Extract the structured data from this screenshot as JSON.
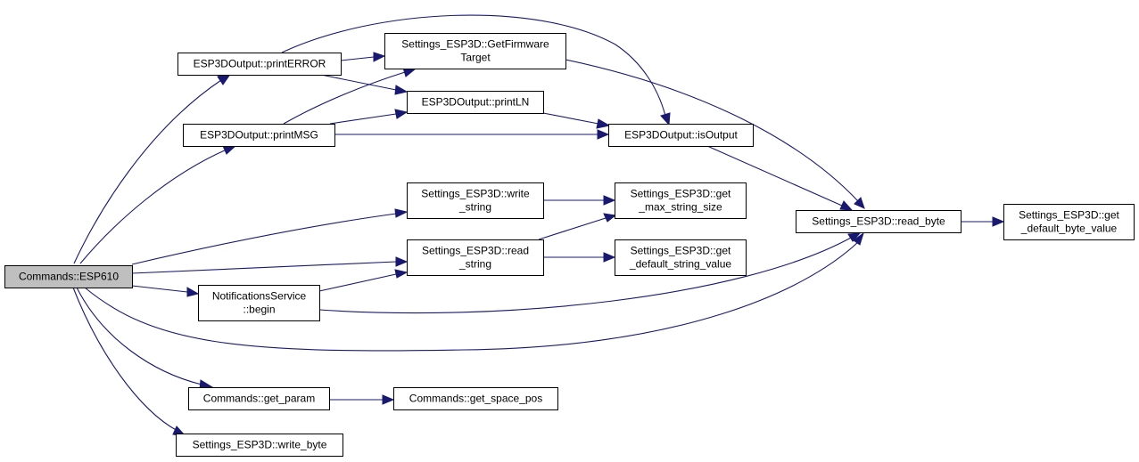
{
  "graph": {
    "colors": {
      "edge": "#191970",
      "root_fill": "#bfbfbf",
      "node_fill": "#ffffff",
      "node_stroke": "#000000"
    },
    "nodes": {
      "esp610": {
        "lines": [
          "Commands::ESP610"
        ],
        "root": true
      },
      "printError": {
        "lines": [
          "ESP3DOutput::printERROR"
        ]
      },
      "printMsg": {
        "lines": [
          "ESP3DOutput::printMSG"
        ]
      },
      "getFirmwareTarget": {
        "lines": [
          "Settings_ESP3D::GetFirmware",
          "Target"
        ]
      },
      "printLn": {
        "lines": [
          "ESP3DOutput::printLN"
        ]
      },
      "isOutput": {
        "lines": [
          "ESP3DOutput::isOutput"
        ]
      },
      "writeString": {
        "lines": [
          "Settings_ESP3D::write",
          "_string"
        ]
      },
      "readString": {
        "lines": [
          "Settings_ESP3D::read",
          "_string"
        ]
      },
      "getMaxStringSize": {
        "lines": [
          "Settings_ESP3D::get",
          "_max_string_size"
        ]
      },
      "getDefaultStringValue": {
        "lines": [
          "Settings_ESP3D::get",
          "_default_string_value"
        ]
      },
      "readByte": {
        "lines": [
          "Settings_ESP3D::read_byte"
        ]
      },
      "getDefaultByteValue": {
        "lines": [
          "Settings_ESP3D::get",
          "_default_byte_value"
        ]
      },
      "notifBegin": {
        "lines": [
          "NotificationsService",
          "::begin"
        ]
      },
      "getParam": {
        "lines": [
          "Commands::get_param"
        ]
      },
      "getSpacePos": {
        "lines": [
          "Commands::get_space_pos"
        ]
      },
      "writeByte": {
        "lines": [
          "Settings_ESP3D::write_byte"
        ]
      }
    },
    "edges": [
      [
        "esp610",
        "printError"
      ],
      [
        "esp610",
        "printMsg"
      ],
      [
        "esp610",
        "writeString"
      ],
      [
        "esp610",
        "readString"
      ],
      [
        "esp610",
        "notifBegin"
      ],
      [
        "esp610",
        "readByte"
      ],
      [
        "esp610",
        "getParam"
      ],
      [
        "esp610",
        "writeByte"
      ],
      [
        "printError",
        "getFirmwareTarget"
      ],
      [
        "printError",
        "printLn"
      ],
      [
        "printError",
        "isOutput"
      ],
      [
        "printMsg",
        "getFirmwareTarget"
      ],
      [
        "printMsg",
        "printLn"
      ],
      [
        "printMsg",
        "isOutput"
      ],
      [
        "getFirmwareTarget",
        "readByte"
      ],
      [
        "printLn",
        "isOutput"
      ],
      [
        "isOutput",
        "readByte"
      ],
      [
        "writeString",
        "getMaxStringSize"
      ],
      [
        "readString",
        "getMaxStringSize"
      ],
      [
        "readString",
        "getDefaultStringValue"
      ],
      [
        "notifBegin",
        "readString"
      ],
      [
        "notifBegin",
        "readByte"
      ],
      [
        "readByte",
        "getDefaultByteValue"
      ],
      [
        "getParam",
        "getSpacePos"
      ]
    ]
  }
}
